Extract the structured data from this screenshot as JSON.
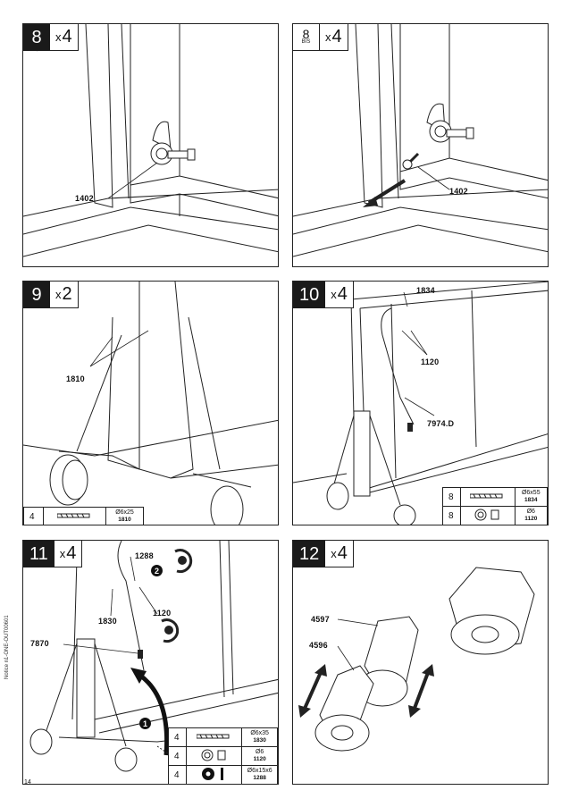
{
  "steps": [
    {
      "num": "8",
      "qty": "4",
      "callouts": [
        "1402"
      ]
    },
    {
      "num": "8",
      "sub": "BIS",
      "qty": "4",
      "callouts": [
        "1402"
      ]
    },
    {
      "num": "9",
      "qty": "2",
      "callouts": [
        "1810"
      ],
      "parts": [
        {
          "qty": "4",
          "spec": "Ø6x25",
          "code": "1810",
          "icon": "screw-icon"
        }
      ]
    },
    {
      "num": "10",
      "qty": "4",
      "callouts": [
        "1834",
        "1120",
        "7974.D"
      ],
      "parts": [
        {
          "qty": "8",
          "spec": "Ø6x55",
          "code": "1834",
          "icon": "screw-icon"
        },
        {
          "qty": "8",
          "spec": "Ø6",
          "code": "1120",
          "icon": "nut-icon"
        }
      ]
    },
    {
      "num": "11",
      "qty": "4",
      "callouts": [
        "1288",
        "1830",
        "1120",
        "7870"
      ],
      "markers": [
        "2",
        "1"
      ],
      "parts": [
        {
          "qty": "4",
          "spec": "Ø6x35",
          "code": "1830",
          "icon": "screw-icon"
        },
        {
          "qty": "4",
          "spec": "Ø6",
          "code": "1120",
          "icon": "nut-icon"
        },
        {
          "qty": "4",
          "spec": "Ø6x15x6",
          "code": "1288",
          "icon": "washer-icon"
        }
      ]
    },
    {
      "num": "12",
      "qty": "4",
      "callouts": [
        "4597",
        "4596"
      ]
    }
  ],
  "footer": {
    "reference": "Notice n1-ONE-OUT00601",
    "page": "14"
  }
}
